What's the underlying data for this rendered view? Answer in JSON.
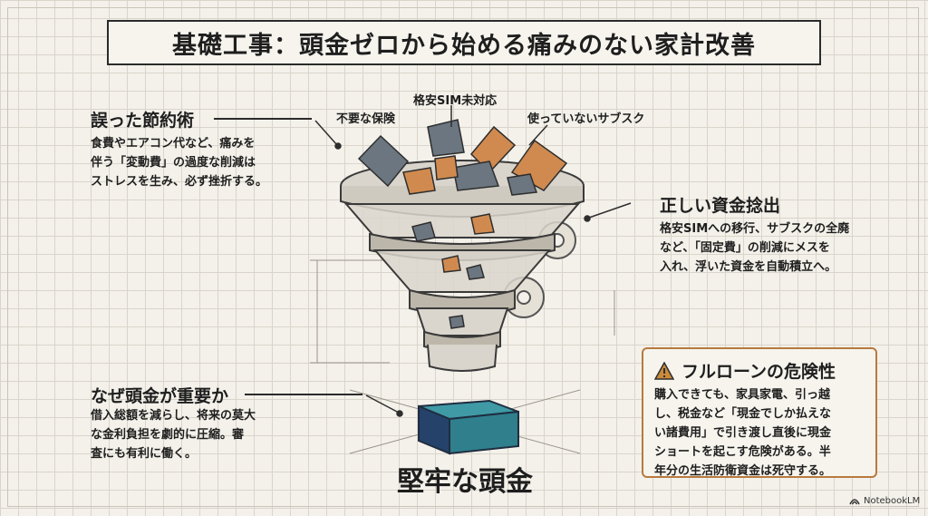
{
  "title": "基礎工事：頭金ゼロから始める痛みのない家計改善",
  "funnel_labels": {
    "left": "不要な保険",
    "center": "格安SIM未対応",
    "right": "使っていないサブスク"
  },
  "sections": {
    "wrong_savings": {
      "heading": "誤った節約術",
      "lines": [
        "食費やエアコン代など、痛みを",
        "伴う「変動費」の過度な削減は",
        "ストレスを生み、必ず挫折する。"
      ]
    },
    "right_funds": {
      "heading": "正しい資金捻出",
      "lines": [
        "格安SIMへの移行、サブスクの全廃",
        "など、「固定費」の削減にメスを",
        "入れ、浮いた資金を自動積立へ。"
      ]
    },
    "why_down_payment": {
      "heading": "なぜ頭金が重要か",
      "lines": [
        "借入総額を減らし、将来の莫大",
        "な金利負担を劇的に圧縮。審",
        "査にも有利に働く。"
      ]
    },
    "danger": {
      "heading": "フルローンの危険性",
      "lines": [
        "購入できても、家具家電、引っ越",
        "し、税金など「現金でしか払えな",
        "い諸費用」で引き渡し直後に現金",
        "ショートを起こす危険がある。半",
        "年分の生活防衛資金は死守する。"
      ]
    }
  },
  "foundation_label": "堅牢な頭金",
  "logo_text": "NotebookLM",
  "colors": {
    "accent_orange": "#b87a3e",
    "block_gray": "#6b7680",
    "block_orange": "#d08a4f",
    "cube_teal": "#2f7f8c",
    "cube_navy": "#25426a"
  },
  "icons": [
    "warning-icon",
    "gear-icon",
    "notebooklm-logo-icon"
  ]
}
